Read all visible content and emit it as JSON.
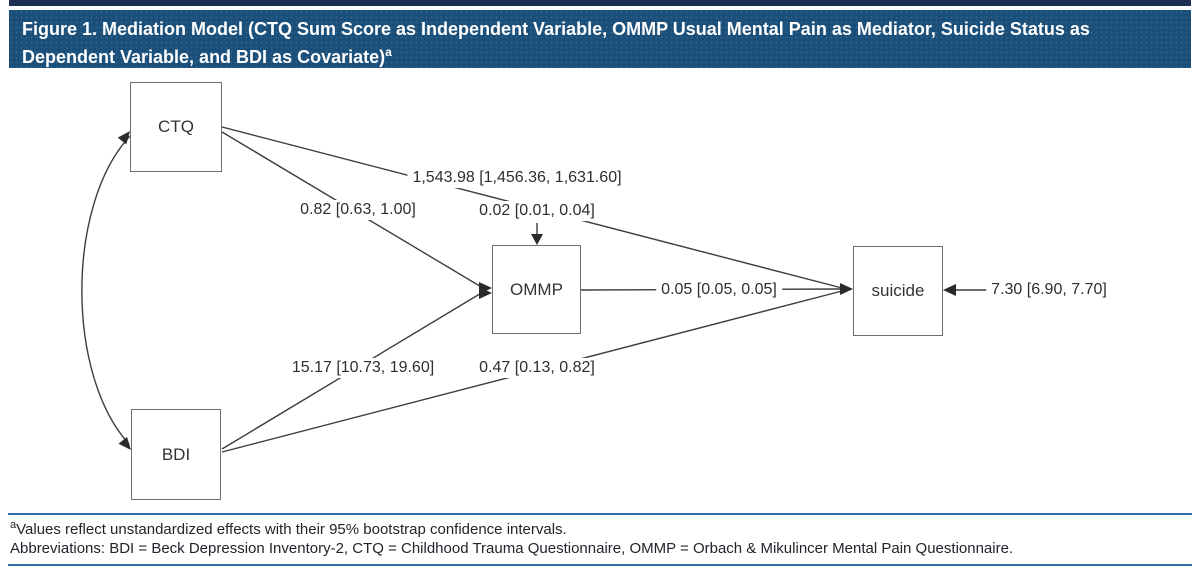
{
  "header": {
    "line1": "Figure 1. Mediation Model (CTQ Sum Score as Independent Variable, OMMP Usual Mental Pain as Mediator, Suicide Status as",
    "line2": "Dependent Variable, and BDI as Covariate)",
    "footnote_marker": "a"
  },
  "diagram": {
    "nodes": {
      "ctq": "CTQ",
      "bdi": "BDI",
      "ommp": "OMMP",
      "suicide": "suicide"
    },
    "labels": {
      "ctq_suicide": "1,543.98 [1,456.36, 1,631.60]",
      "ctq_ommp": "0.82 [0.63, 1.00]",
      "indirect": "0.02 [0.01, 0.04]",
      "ommp_suicide": "0.05 [0.05, 0.05]",
      "bdi_ommp": "15.17 [10.73, 19.60]",
      "bdi_suicide": "0.47 [0.13, 0.82]",
      "intercept": "7.30 [6.90, 7.70]"
    }
  },
  "footer": {
    "footnote_marker": "a",
    "footnote": "Values reflect unstandardized effects with their 95% bootstrap confidence intervals.",
    "abbreviations": "Abbreviations: BDI = Beck Depression Inventory-2, CTQ = Childhood Trauma Questionnaire, OMMP = Orbach & Mikulincer Mental Pain Questionnaire."
  },
  "colors": {
    "title_bar": "#1a4f7a",
    "top_strip": "#1d2f52",
    "rule": "#2f6fa8",
    "diagram_line": "#3d3d3d",
    "arrowhead": "#2a2a2a"
  }
}
